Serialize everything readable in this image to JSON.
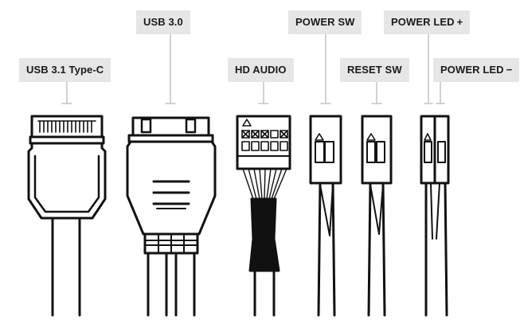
{
  "connectors": {
    "usb31": {
      "label": "USB 3.1 Type-C"
    },
    "usb30": {
      "label": "USB 3.0"
    },
    "hdaudio": {
      "label": "HD AUDIO"
    },
    "powersw": {
      "label": "POWER SW"
    },
    "resetsw": {
      "label": "RESET SW"
    },
    "powerledplus": {
      "label": "POWER LED",
      "sign": "+"
    },
    "powerledminus": {
      "label": "POWER LED",
      "sign": "−"
    }
  },
  "colors": {
    "label_bg": "#e6e6e6",
    "stroke": "#111111",
    "leader": "#c4c4c4"
  }
}
